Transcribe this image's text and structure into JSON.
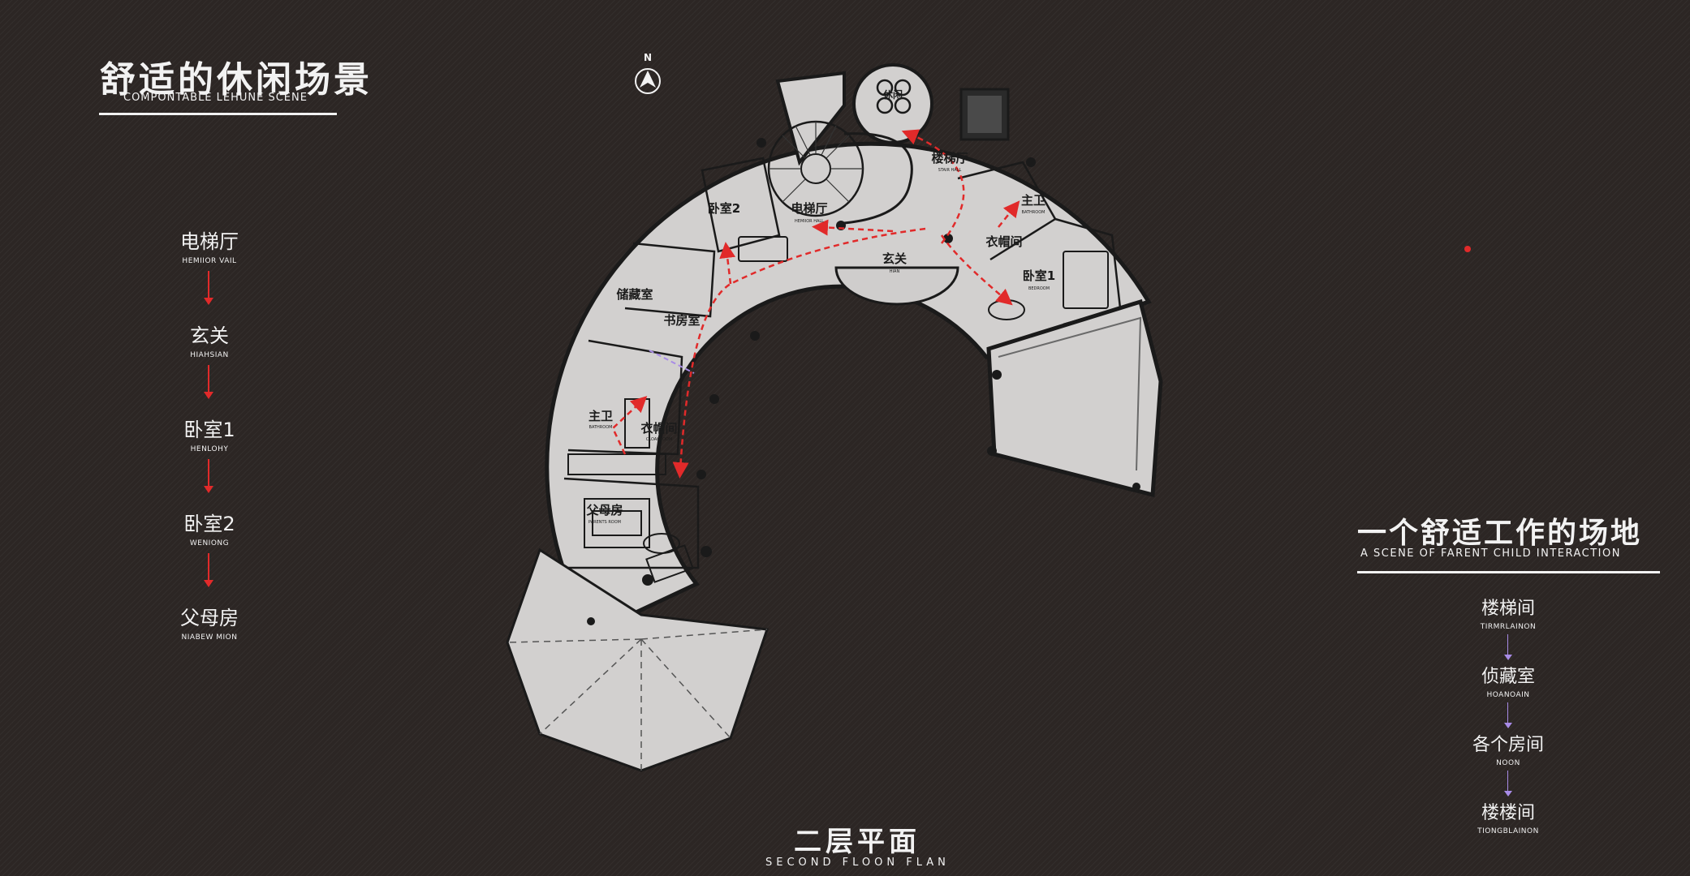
{
  "left_panel": {
    "title": "舒适的休闲场景",
    "subtitle": "COMPONTABLE LEHUNE SCENE",
    "flow": [
      {
        "zh": "电梯厅",
        "en": "HEMIIOR VAIL"
      },
      {
        "zh": "玄关",
        "en": "HIAHSIAN"
      },
      {
        "zh": "卧室1",
        "en": "HENLOHY"
      },
      {
        "zh": "卧室2",
        "en": "WENIONG"
      },
      {
        "zh": "父母房",
        "en": "NIABEW MION"
      }
    ]
  },
  "right_panel": {
    "title": "一个舒适工作的场地",
    "subtitle": "A SCENE OF FARENT CHILD INTERACTION",
    "flow": [
      {
        "zh": "楼梯间",
        "en": "TIRMRLAINON"
      },
      {
        "zh": "侦藏室",
        "en": "HOANOAIN"
      },
      {
        "zh": "各个房间",
        "en": "NOON"
      },
      {
        "zh": "楼楼间",
        "en": "TIONGBLAINON"
      }
    ]
  },
  "footer": {
    "title": "二层平面",
    "subtitle": "SECOND FLOON FLAN"
  },
  "compass": {
    "label": "N"
  },
  "plan_labels": {
    "top_room": "休闲",
    "elevator_hall": "电梯厅",
    "elevator_hall_en": "HEMIIOR HALL",
    "stair_hall": "楼梯厅",
    "stair_hall_en": "STAIR HALL",
    "foyer": "玄关",
    "foyer_en": "HIAN",
    "bedroom2": "卧室2",
    "bath_right": "主卫",
    "bath_right_en": "BATHROOM",
    "closet_right": "衣帽间",
    "bedroom1": "卧室1",
    "bedroom1_en": "BEDROOM",
    "storage": "储藏室",
    "study": "书房室",
    "bath_left": "主卫",
    "bath_left_en": "BATHROOM",
    "closet_left": "衣帽间",
    "closet_left_en": "CLOAKROOM",
    "parents_room": "父母房",
    "parents_room_en": "PARENTS ROOM"
  },
  "colors": {
    "background": "#2c2624",
    "plan_fill": "#d2d0cf",
    "wall": "#1a1a1a",
    "route_red": "#e12a2a",
    "route_purple": "#a88be6",
    "text": "#f2f2f2"
  }
}
